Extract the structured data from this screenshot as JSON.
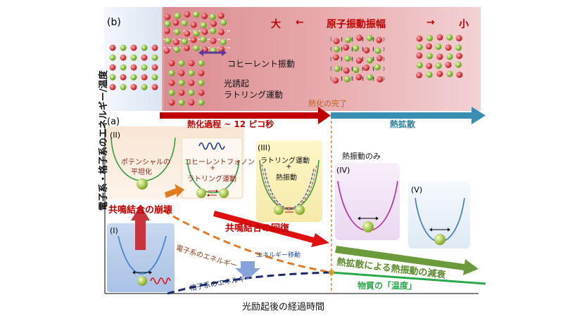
{
  "panel_b": {
    "label": "(b)",
    "header_large": "大",
    "header_arrow_left": "←",
    "header_title": "原子振動振幅",
    "header_arrow_right": "→",
    "header_small": "小",
    "coherent_label": "コヒーレント振動",
    "rattling_label_1": "光誘起",
    "rattling_label_2": "ラトリング運動",
    "thermalization_done": "熱化の完了"
  },
  "panel_a": {
    "label": "(a)",
    "y_axis_title": "電子系・格子系のエネルギー/温度",
    "x_axis_title": "光励起後の経過時間",
    "thermalization_arrow": "熱化過程 ~ 12 ピコ秒",
    "diffusion_arrow": "熱拡散",
    "stages": {
      "s1": "(I)",
      "s2": "(II)",
      "s3": "(III)",
      "s4": "(IV)",
      "s5": "(V)"
    },
    "potential_flat_1": "ポテンシャルの",
    "potential_flat_2": "平坦化",
    "coherent_phonon_1": "コヒーレントフォノン",
    "coherent_phonon_plus": "+",
    "coherent_phonon_2": "ラトリング運動",
    "rattling_1": "ラトリング運動",
    "rattling_plus": "+",
    "rattling_2": "熱振動",
    "thermal_only": "熱振動のみ",
    "resonance_collapse": "共鳴結合の崩壊",
    "resonance_recovery": "共鳴結合の回復",
    "electron_energy": "電子系のエネルギー",
    "energy_transfer": "エネルギー移動",
    "lattice_energy": "格子系のエネルギー",
    "diffusion_decay": "熱拡散による熱振動の減衰",
    "temperature": "物質の「温度」"
  }
}
